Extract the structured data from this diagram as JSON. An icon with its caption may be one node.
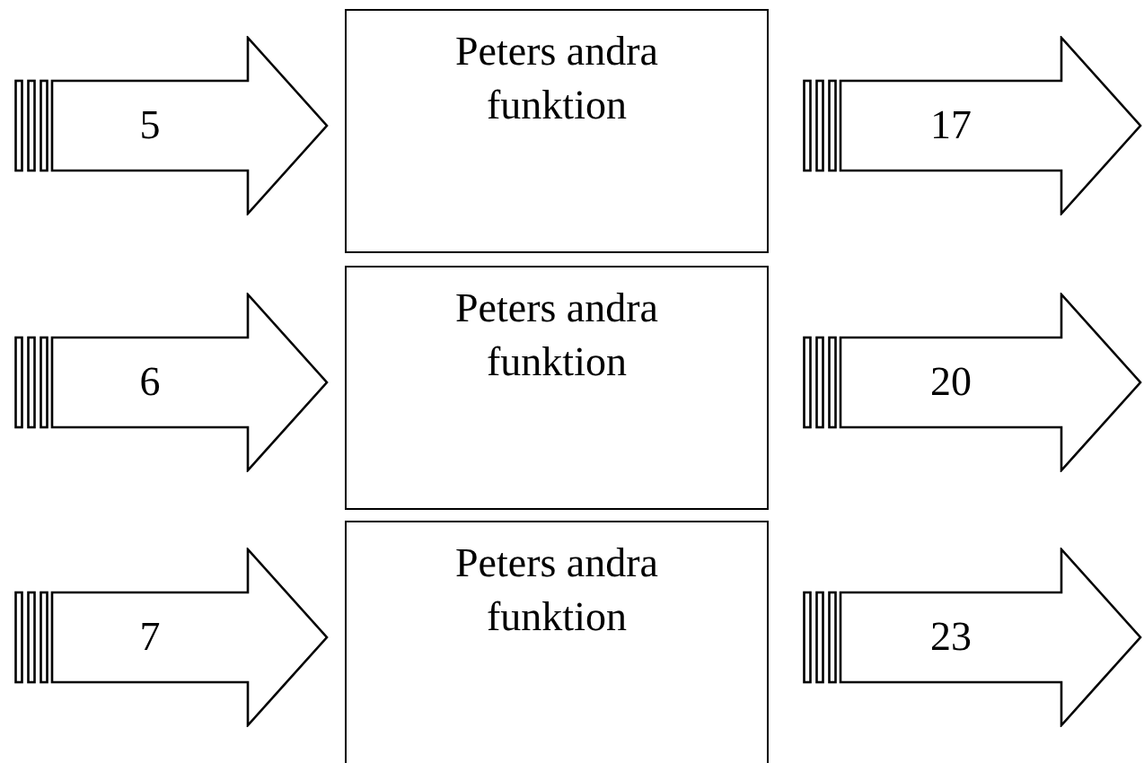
{
  "diagram": {
    "nodes": [
      {
        "text": [
          "5"
        ]
      },
      {
        "text": [
          "Peters andra funktion"
        ]
      },
      {
        "text": [
          "17"
        ]
      },
      {
        "text": [
          "6"
        ]
      },
      {
        "text": [
          "Peters andra funktion"
        ]
      },
      {
        "text": [
          "20"
        ]
      },
      {
        "text": [
          "7"
        ]
      },
      {
        "text": [
          "Peters andra funktion"
        ]
      },
      {
        "text": [
          "23"
        ]
      }
    ]
  }
}
